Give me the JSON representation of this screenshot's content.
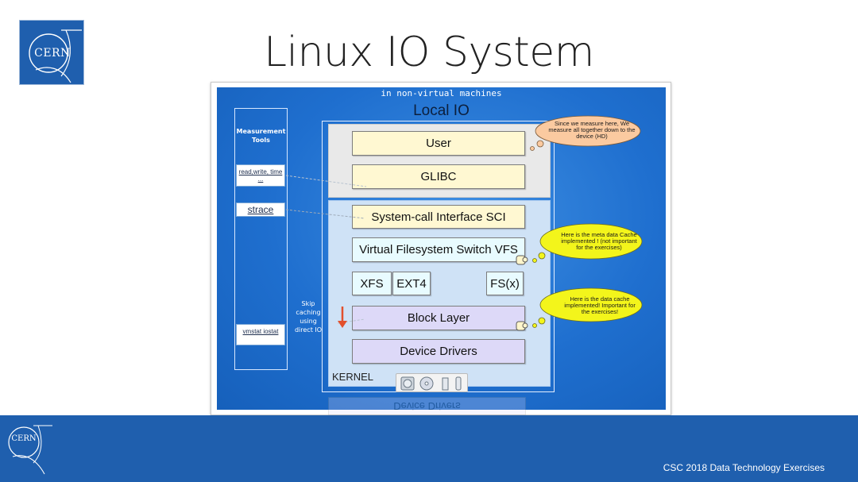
{
  "slide": {
    "title": "Linux IO System",
    "footer": "CSC 2018 Data Technology Exercises",
    "logo_text": "CERN",
    "colors": {
      "brand_blue": "#1f5fae",
      "diagram_blue": "#2a7ad8"
    }
  },
  "diagram": {
    "subtitle": "in non-virtual machines",
    "heading": "Local IO",
    "tools": {
      "header": "Measurement Tools",
      "items": [
        {
          "label": "read,write, time ..."
        },
        {
          "label": "strace"
        },
        {
          "label": "vmstat iostat"
        }
      ]
    },
    "layers": {
      "user": "User",
      "glibc": "GLIBC",
      "sci": "System-call Interface SCI",
      "vfs": "Virtual Filesystem Switch VFS",
      "xfs": "XFS",
      "ext4": "EXT4",
      "fsx": "FS(x)",
      "block": "Block Layer",
      "drivers": "Device Drivers"
    },
    "kernel_label": "KERNEL",
    "skip_note": "Skip caching using direct IO",
    "bubbles": {
      "user": "Since we measure here, We measure all together down to the device (HD)",
      "vfs": "Here is the meta data Cache implemented ! (not important for the exercises)",
      "block": "Here is the data cache implemented! Important for the exercises!"
    },
    "reflection_text": "Device Drivers"
  }
}
